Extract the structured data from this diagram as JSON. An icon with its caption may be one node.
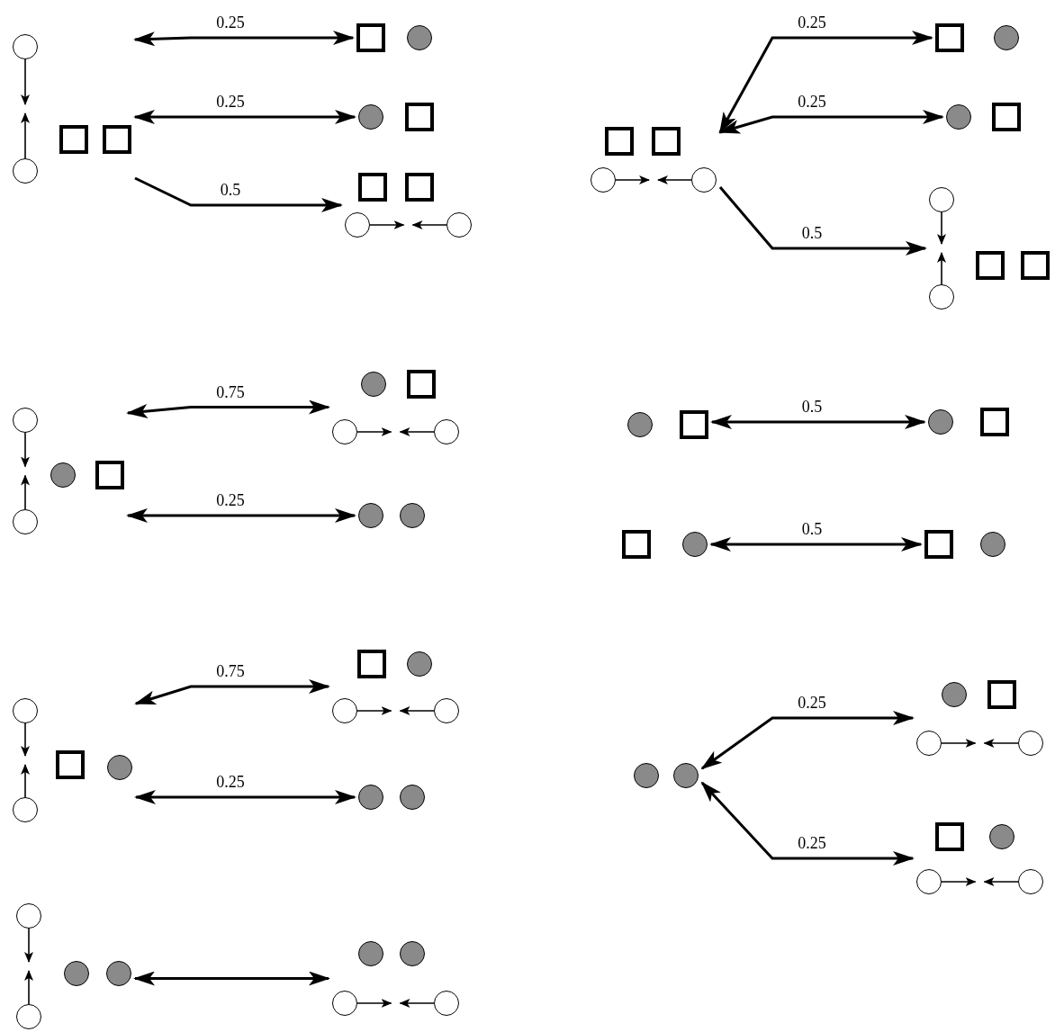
{
  "diagram": {
    "nodes": [
      {
        "text": [],
        "shape": "group"
      },
      {
        "text": [],
        "shape": "circle",
        "in": 0
      },
      {
        "text": [],
        "shape": "circle",
        "in": 0
      },
      {
        "text": [],
        "shape": "square",
        "in": 0
      },
      {
        "text": [],
        "shape": "square",
        "in": 0
      },
      {
        "text": [],
        "shape": "group"
      },
      {
        "text": [],
        "shape": "square",
        "in": 5
      },
      {
        "text": [],
        "shape": "dot",
        "in": 5
      },
      {
        "text": [],
        "shape": "group"
      },
      {
        "text": [],
        "shape": "dot",
        "in": 8
      },
      {
        "text": [],
        "shape": "square",
        "in": 8
      },
      {
        "text": [],
        "shape": "group"
      },
      {
        "text": [],
        "shape": "square",
        "in": 11
      },
      {
        "text": [],
        "shape": "square",
        "in": 11
      },
      {
        "text": [],
        "shape": "circle",
        "in": 11
      },
      {
        "text": [],
        "shape": "circle",
        "in": 11
      },
      {
        "text": [],
        "shape": "group"
      },
      {
        "text": [],
        "shape": "square",
        "in": 16
      },
      {
        "text": [],
        "shape": "square",
        "in": 16
      },
      {
        "text": [],
        "shape": "circle",
        "in": 16
      },
      {
        "text": [],
        "shape": "circle",
        "in": 16
      },
      {
        "text": [],
        "shape": "group"
      },
      {
        "text": [],
        "shape": "square",
        "in": 21
      },
      {
        "text": [],
        "shape": "dot",
        "in": 21
      },
      {
        "text": [],
        "shape": "group"
      },
      {
        "text": [],
        "shape": "dot",
        "in": 24
      },
      {
        "text": [],
        "shape": "square",
        "in": 24
      },
      {
        "text": [],
        "shape": "group"
      },
      {
        "text": [],
        "shape": "circle",
        "in": 27
      },
      {
        "text": [],
        "shape": "circle",
        "in": 27
      },
      {
        "text": [],
        "shape": "square",
        "in": 27
      },
      {
        "text": [],
        "shape": "square",
        "in": 27
      },
      {
        "text": [],
        "shape": "group"
      },
      {
        "text": [],
        "shape": "circle",
        "in": 32
      },
      {
        "text": [],
        "shape": "circle",
        "in": 32
      },
      {
        "text": [],
        "shape": "dot",
        "in": 32
      },
      {
        "text": [],
        "shape": "square",
        "in": 32
      },
      {
        "text": [],
        "shape": "group"
      },
      {
        "text": [],
        "shape": "dot",
        "in": 37
      },
      {
        "text": [],
        "shape": "square",
        "in": 37
      },
      {
        "text": [],
        "shape": "circle",
        "in": 37
      },
      {
        "text": [],
        "shape": "circle",
        "in": 37
      },
      {
        "text": [],
        "shape": "group"
      },
      {
        "text": [],
        "shape": "dot",
        "in": 42
      },
      {
        "text": [],
        "shape": "dot",
        "in": 42
      },
      {
        "text": [],
        "shape": "group"
      },
      {
        "text": [],
        "shape": "dot",
        "in": 45
      },
      {
        "text": [],
        "shape": "square",
        "in": 45
      },
      {
        "text": [],
        "shape": "group"
      },
      {
        "text": [],
        "shape": "dot",
        "in": 48
      },
      {
        "text": [],
        "shape": "square",
        "in": 48
      },
      {
        "text": [],
        "shape": "group"
      },
      {
        "text": [],
        "shape": "square",
        "in": 51
      },
      {
        "text": [],
        "shape": "dot",
        "in": 51
      },
      {
        "text": [],
        "shape": "group"
      },
      {
        "text": [],
        "shape": "square",
        "in": 54
      },
      {
        "text": [],
        "shape": "dot",
        "in": 54
      },
      {
        "text": [],
        "shape": "group"
      },
      {
        "text": [],
        "shape": "circle",
        "in": 57
      },
      {
        "text": [],
        "shape": "circle",
        "in": 57
      },
      {
        "text": [],
        "shape": "square",
        "in": 57
      },
      {
        "text": [],
        "shape": "dot",
        "in": 57
      },
      {
        "text": [],
        "shape": "group"
      },
      {
        "text": [],
        "shape": "square",
        "in": 62
      },
      {
        "text": [],
        "shape": "dot",
        "in": 62
      },
      {
        "text": [],
        "shape": "circle",
        "in": 62
      },
      {
        "text": [],
        "shape": "circle",
        "in": 62
      },
      {
        "text": [],
        "shape": "group"
      },
      {
        "text": [],
        "shape": "dot",
        "in": 67
      },
      {
        "text": [],
        "shape": "dot",
        "in": 67
      },
      {
        "text": [],
        "shape": "group"
      },
      {
        "text": [],
        "shape": "dot",
        "in": 70
      },
      {
        "text": [],
        "shape": "dot",
        "in": 70
      },
      {
        "text": [],
        "shape": "group"
      },
      {
        "text": [],
        "shape": "dot",
        "in": 73
      },
      {
        "text": [],
        "shape": "square",
        "in": 73
      },
      {
        "text": [],
        "shape": "circle",
        "in": 73
      },
      {
        "text": [],
        "shape": "circle",
        "in": 73
      },
      {
        "text": [],
        "shape": "group"
      },
      {
        "text": [],
        "shape": "square",
        "in": 78
      },
      {
        "text": [],
        "shape": "dot",
        "in": 78
      },
      {
        "text": [],
        "shape": "circle",
        "in": 78
      },
      {
        "text": [],
        "shape": "circle",
        "in": 78
      },
      {
        "text": [],
        "shape": "group"
      },
      {
        "text": [],
        "shape": "circle",
        "in": 83
      },
      {
        "text": [],
        "shape": "circle",
        "in": 83
      },
      {
        "text": [],
        "shape": "dot",
        "in": 83
      },
      {
        "text": [],
        "shape": "dot",
        "in": 83
      },
      {
        "text": [],
        "shape": "group"
      },
      {
        "text": [],
        "shape": "dot",
        "in": 88
      },
      {
        "text": [],
        "shape": "dot",
        "in": 88
      },
      {
        "text": [],
        "shape": "circle",
        "in": 88
      },
      {
        "text": [],
        "shape": "circle",
        "in": 88
      }
    ],
    "edges": [
      {
        "from": 0,
        "to": 5,
        "arrow": "both",
        "label": "0.25"
      },
      {
        "from": 0,
        "to": 8,
        "arrow": "both",
        "label": "0.25"
      },
      {
        "from": 0,
        "to": 11,
        "arrow": "to",
        "label": "0.5"
      },
      {
        "from": 16,
        "to": 21,
        "arrow": "both",
        "label": "0.25"
      },
      {
        "from": 16,
        "to": 24,
        "arrow": "both",
        "label": "0.25"
      },
      {
        "from": 16,
        "to": 27,
        "arrow": "to",
        "label": "0.5"
      },
      {
        "from": 32,
        "to": 37,
        "arrow": "both",
        "label": "0.75"
      },
      {
        "from": 32,
        "to": 42,
        "arrow": "both",
        "label": "0.25"
      },
      {
        "from": 45,
        "to": 48,
        "arrow": "both",
        "label": "0.5"
      },
      {
        "from": 51,
        "to": 54,
        "arrow": "both",
        "label": "0.5"
      },
      {
        "from": 57,
        "to": 62,
        "arrow": "both",
        "label": "0.75"
      },
      {
        "from": 57,
        "to": 67,
        "arrow": "both",
        "label": "0.25"
      },
      {
        "from": 70,
        "to": 73,
        "arrow": "both",
        "label": "0.25"
      },
      {
        "from": 70,
        "to": 78,
        "arrow": "both",
        "label": "0.25"
      },
      {
        "from": 83,
        "to": 88,
        "arrow": "both"
      },
      {
        "from": 1,
        "to": null,
        "arrow": "to"
      },
      {
        "from": 2,
        "to": null,
        "arrow": "to"
      },
      {
        "from": 14,
        "to": null,
        "arrow": "to"
      },
      {
        "from": 15,
        "to": null,
        "arrow": "to"
      },
      {
        "from": 19,
        "to": null,
        "arrow": "to"
      },
      {
        "from": 20,
        "to": null,
        "arrow": "to"
      },
      {
        "from": 28,
        "to": null,
        "arrow": "to"
      },
      {
        "from": 29,
        "to": null,
        "arrow": "to"
      },
      {
        "from": 33,
        "to": null,
        "arrow": "to"
      },
      {
        "from": 34,
        "to": null,
        "arrow": "to"
      },
      {
        "from": 40,
        "to": null,
        "arrow": "to"
      },
      {
        "from": 41,
        "to": null,
        "arrow": "to"
      },
      {
        "from": 58,
        "to": null,
        "arrow": "to"
      },
      {
        "from": 59,
        "to": null,
        "arrow": "to"
      },
      {
        "from": 65,
        "to": null,
        "arrow": "to"
      },
      {
        "from": 66,
        "to": null,
        "arrow": "to"
      },
      {
        "from": 76,
        "to": null,
        "arrow": "to"
      },
      {
        "from": 77,
        "to": null,
        "arrow": "to"
      },
      {
        "from": 81,
        "to": null,
        "arrow": "to"
      },
      {
        "from": 82,
        "to": null,
        "arrow": "to"
      },
      {
        "from": 84,
        "to": null,
        "arrow": "to"
      },
      {
        "from": 85,
        "to": null,
        "arrow": "to"
      },
      {
        "from": 91,
        "to": null,
        "arrow": "to"
      },
      {
        "from": 92,
        "to": null,
        "arrow": "to"
      }
    ]
  }
}
